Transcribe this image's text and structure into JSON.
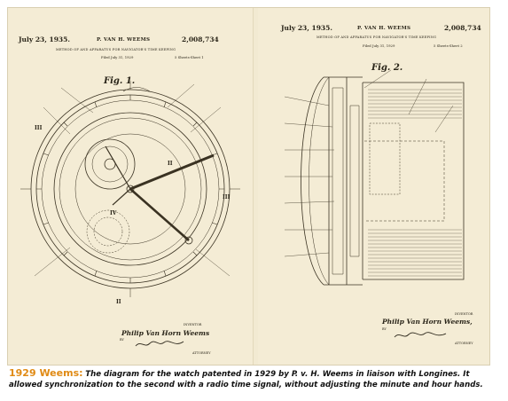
{
  "caption": {
    "heading": "1929 Weems:",
    "text": "The diagram for the watch patented in 1929 by P. v. H. Weems in liaison with Longines. It allowed synchronization to the second with a radio time signal, without adjusting the minute and hour hands."
  },
  "sheets": [
    {
      "date": "July 23, 1935.",
      "inventor": "P. VAN H. WEEMS",
      "patent_number": "2,008,734",
      "title": "METHOD OF AND APPARATUS FOR NAVIGATOR'S TIME KEEPING",
      "filed": "Filed July 31, 1929",
      "sheet": "5 Sheets-Sheet 1",
      "figure": "Fig. 1.",
      "inventor_label": "INVENTOR",
      "signature": "Philip Van Horn Weems",
      "by": "BY",
      "attorney_label": "ATTORNEY",
      "roman_numerals": [
        "III",
        "II",
        "IV",
        "II",
        "III"
      ]
    },
    {
      "date": "July 23, 1935.",
      "inventor": "P. VAN H. WEEMS",
      "patent_number": "2,008,734",
      "title": "METHOD OF AND APPARATUS FOR NAVIGATOR'S TIME KEEPING",
      "filed": "Filed July 31, 1929",
      "sheet": "5 Sheets-Sheet 2",
      "figure": "Fig. 2.",
      "inventor_label": "INVENTOR",
      "signature": "Philip Van Horn Weems,",
      "by": "BY",
      "attorney_label": "ATTORNEY"
    }
  ],
  "colors": {
    "paper": "#f4ecd5",
    "ink": "#2a2519",
    "caption_heading": "#e08a14"
  }
}
